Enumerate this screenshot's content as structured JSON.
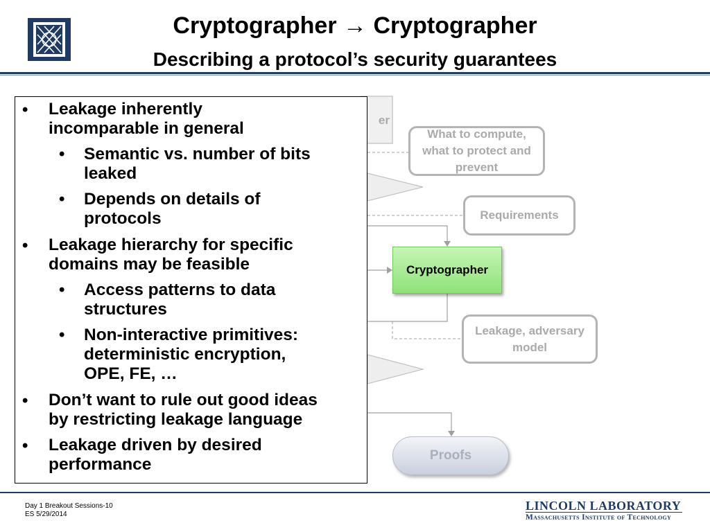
{
  "header": {
    "title": "Cryptographer → Cryptographer",
    "subtitle": "Describing a protocol’s security guarantees"
  },
  "diagram": {
    "top_partial_label": "er",
    "compute_box": "What to compute, what to protect and prevent",
    "requirements_box": "Requirements",
    "cryptographer_box": "Cryptographer",
    "leakage_box": "Leakage, adversary model",
    "proofs_box": "Proofs"
  },
  "bullets": [
    {
      "level": 1,
      "text_lines": [
        "Leakage inherently",
        "incomparable in general"
      ]
    },
    {
      "level": 2,
      "text_lines": [
        "Semantic vs. number of bits",
        "leaked"
      ]
    },
    {
      "level": 2,
      "text_lines": [
        "Depends on details of",
        "protocols"
      ]
    },
    {
      "level": 1,
      "text_lines": [
        "Leakage hierarchy for specific",
        "domains may be feasible"
      ]
    },
    {
      "level": 2,
      "text_lines": [
        "Access patterns to data",
        "structures"
      ]
    },
    {
      "level": 2,
      "text_lines": [
        "Non-interactive primitives:",
        "deterministic encryption,",
        "OPE, FE, …"
      ]
    },
    {
      "level": 1,
      "text_lines": [
        "Don’t want to rule out good ideas",
        "by restricting leakage language"
      ]
    },
    {
      "level": 1,
      "text_lines": [
        "Leakage driven by desired",
        "performance"
      ]
    }
  ],
  "bullet_char": "•",
  "footer": {
    "line1": "Day 1 Breakout Sessions-10",
    "line2": "ES 5/29/2014",
    "org": "LINCOLN LABORATORY",
    "org_sub": "Massachusetts Institute of Technology"
  },
  "colors": {
    "navy": "#1f3b64",
    "crypto_green": "#8fe27a",
    "gray_box": "#b3b3b3"
  }
}
